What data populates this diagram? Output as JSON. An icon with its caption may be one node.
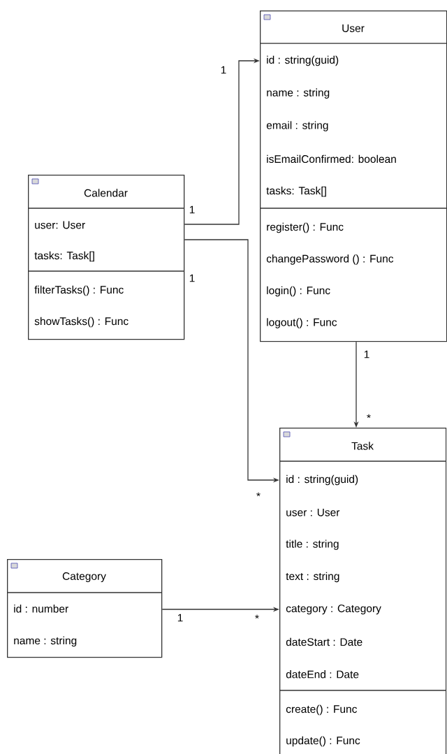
{
  "diagram": {
    "nodes": [
      {
        "text": [
          "User",
          "id : string(guid)",
          "name : string",
          "email : string",
          "isEmailConfirmed: boolean",
          "tasks: Task[]",
          "register() : Func",
          "changePassword () : Func",
          "login() : Func",
          "logout() : Func"
        ]
      },
      {
        "text": [
          "Calendar",
          "user: User",
          "tasks: Task[]",
          "filterTasks() : Func",
          "showTasks() : Func"
        ]
      },
      {
        "text": [
          "Task",
          "id : string(guid)",
          "user : User",
          "title : string",
          "text : string",
          "category : Category",
          "dateStart : Date",
          "dateEnd : Date",
          "create() : Func",
          "update() : Func"
        ]
      },
      {
        "text": [
          "Category",
          "id : number",
          "name : string"
        ]
      }
    ],
    "edges": [
      {
        "from": 1,
        "to": 0,
        "arrow": "to"
      },
      {
        "from": 1,
        "to": 2,
        "arrow": "to"
      },
      {
        "from": 0,
        "to": 2,
        "arrow": "to"
      },
      {
        "from": 3,
        "to": 2,
        "arrow": "to"
      }
    ],
    "labels": [
      "1",
      "1",
      "1",
      "1",
      "*",
      "*",
      "1",
      "*"
    ]
  }
}
